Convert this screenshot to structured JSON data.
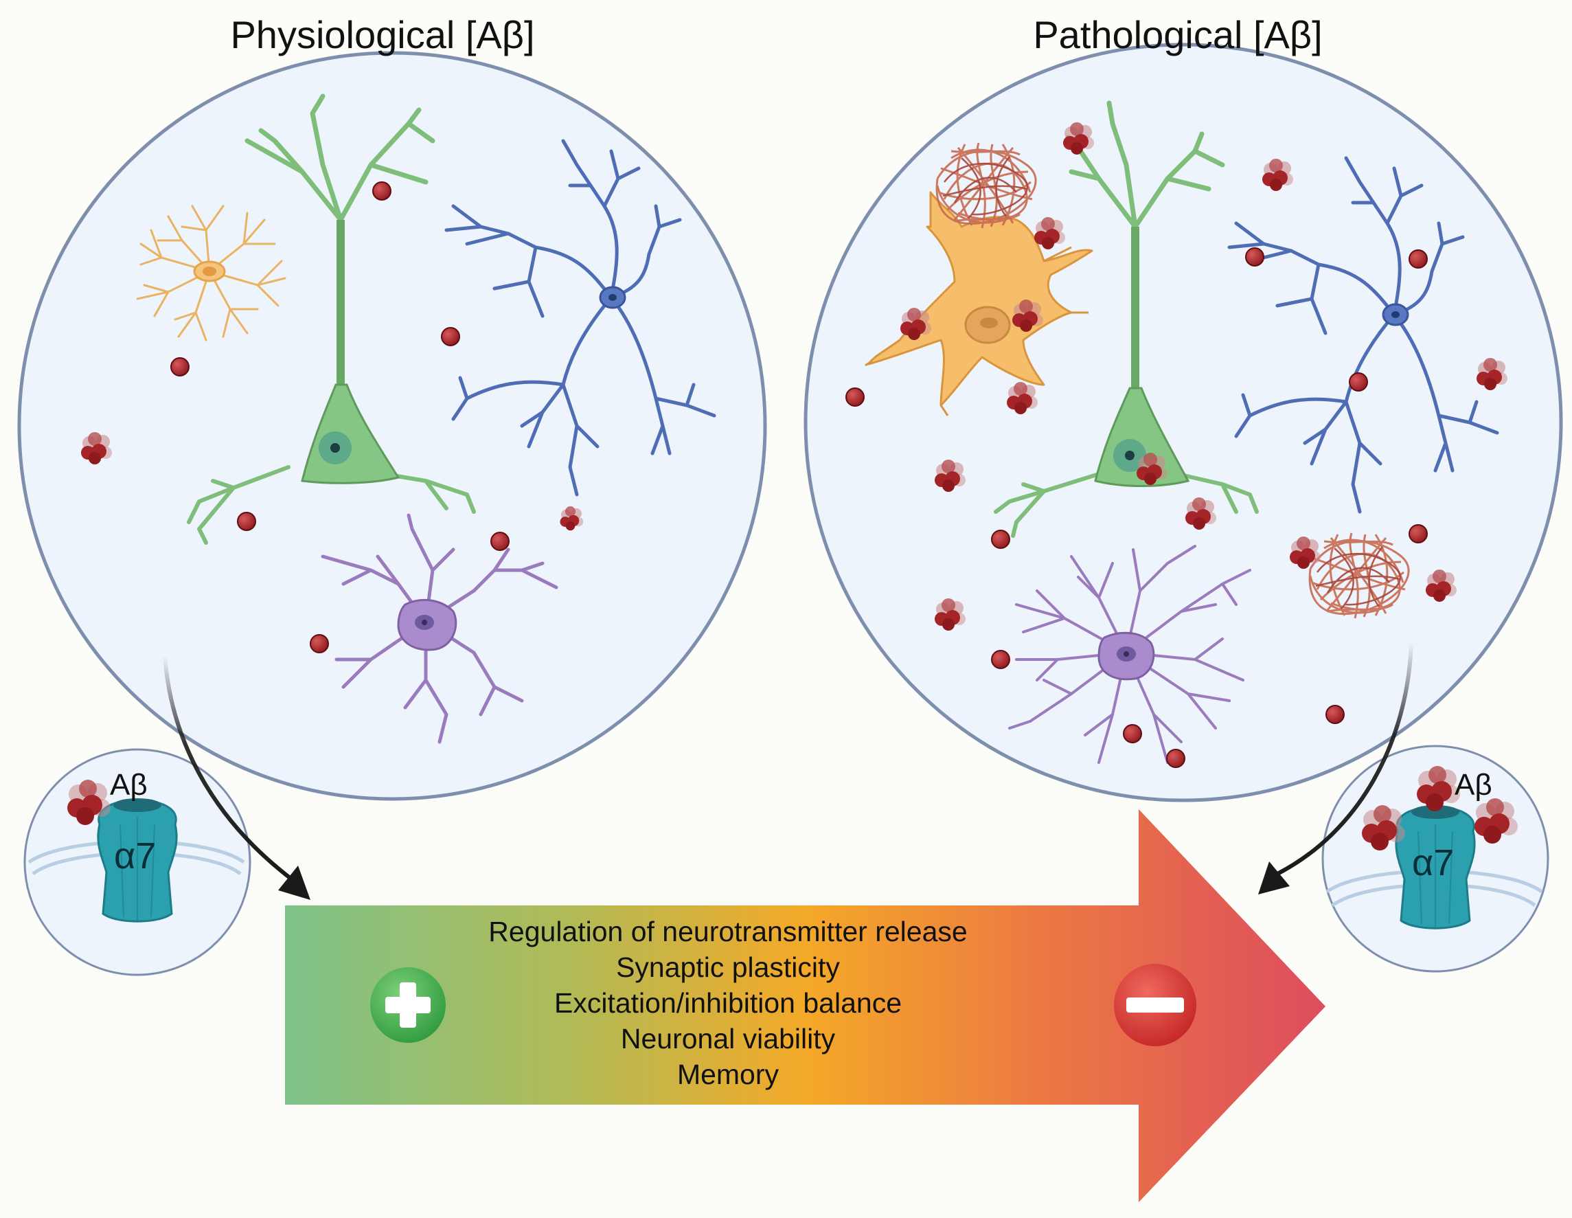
{
  "panels": {
    "left_title": "Physiological [Aβ]",
    "right_title": "Pathological [Aβ]"
  },
  "insets": {
    "left_ligand_label": "Aβ",
    "left_receptor_label": "α7",
    "right_ligand_label": "Aβ",
    "right_receptor_label": "α7"
  },
  "effects": [
    "Regulation of neurotransmitter release",
    "Synaptic plasticity",
    "Excitation/inhibition balance",
    "Neuronal viability",
    "Memory"
  ],
  "colors": {
    "arrow_start": "#7ec38a",
    "arrow_mid": "#f4a928",
    "arrow_end": "#dd4d5e",
    "circle_fill": "#eef4fb",
    "circle_stroke": "#7e8fae",
    "neuron_green": "#7fbe7a",
    "microglia_blue": "#4e6db5",
    "oligodendrocyte_purple": "#9a7bbd",
    "astrocyte_orange": "#f4b860",
    "amyloid_red": "#a52428",
    "receptor_teal": "#2ba1b0",
    "plus_green": "#3aa84a",
    "minus_red": "#d23232"
  },
  "icons": [
    "plus-icon",
    "minus-icon",
    "amyloid-monomer",
    "amyloid-oligomer",
    "amyloid-plaque",
    "alpha7-receptor"
  ]
}
